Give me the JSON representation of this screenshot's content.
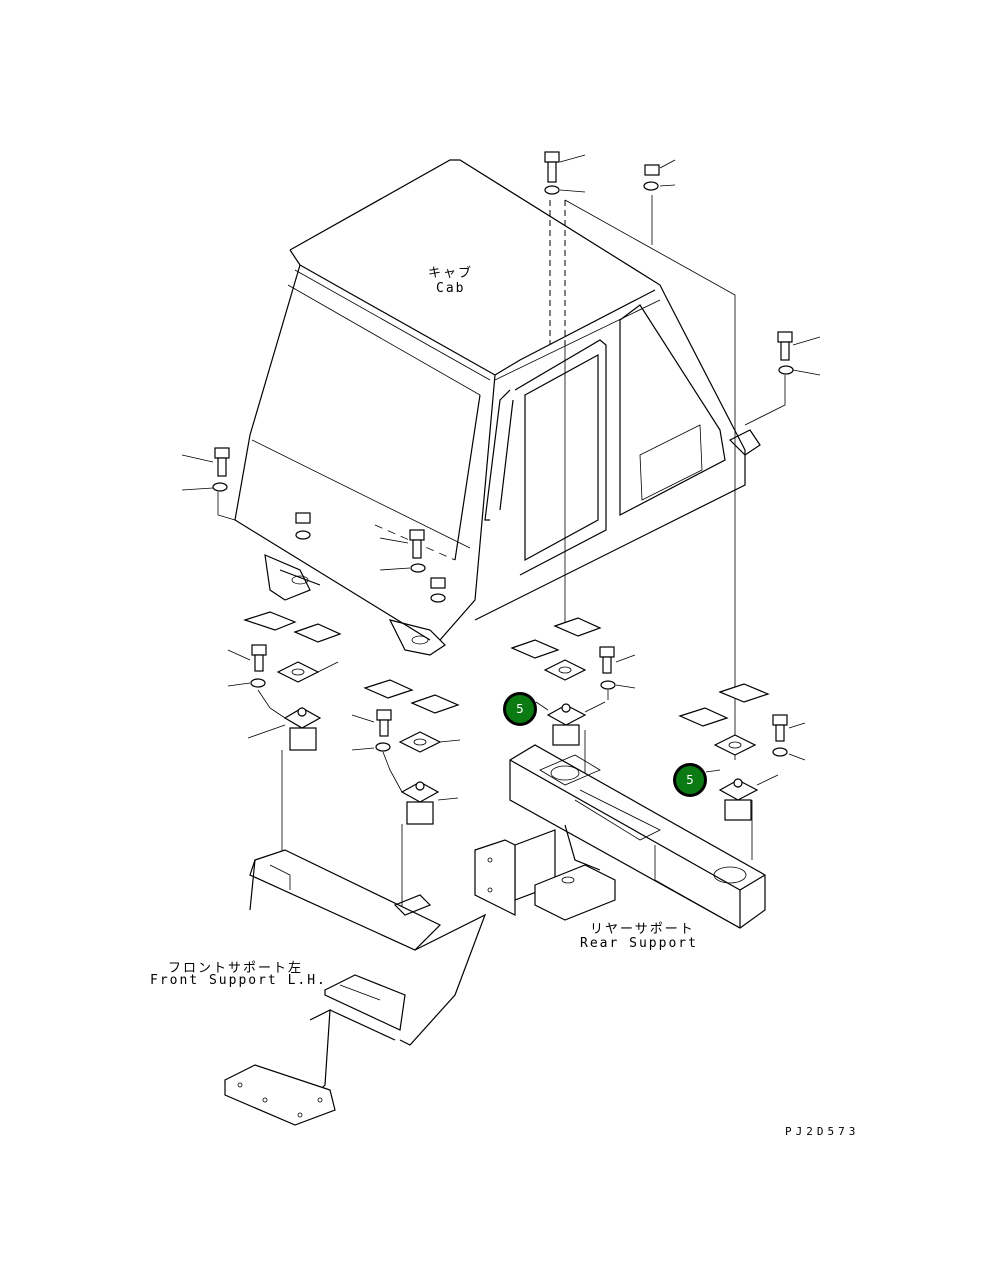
{
  "labels": {
    "cab_jp": "キャブ",
    "cab_en": "Cab",
    "rear_jp": "リヤーサポート",
    "rear_en": "Rear Support",
    "front_jp": "フロントサポート左",
    "front_en": "Front Support L.H.",
    "drawing_code": "PJ2D573"
  },
  "callouts": [
    {
      "number": "5"
    },
    {
      "number": "5"
    }
  ],
  "colors": {
    "callout_fill": "#0b7a12",
    "line": "#000000",
    "background": "#ffffff"
  }
}
